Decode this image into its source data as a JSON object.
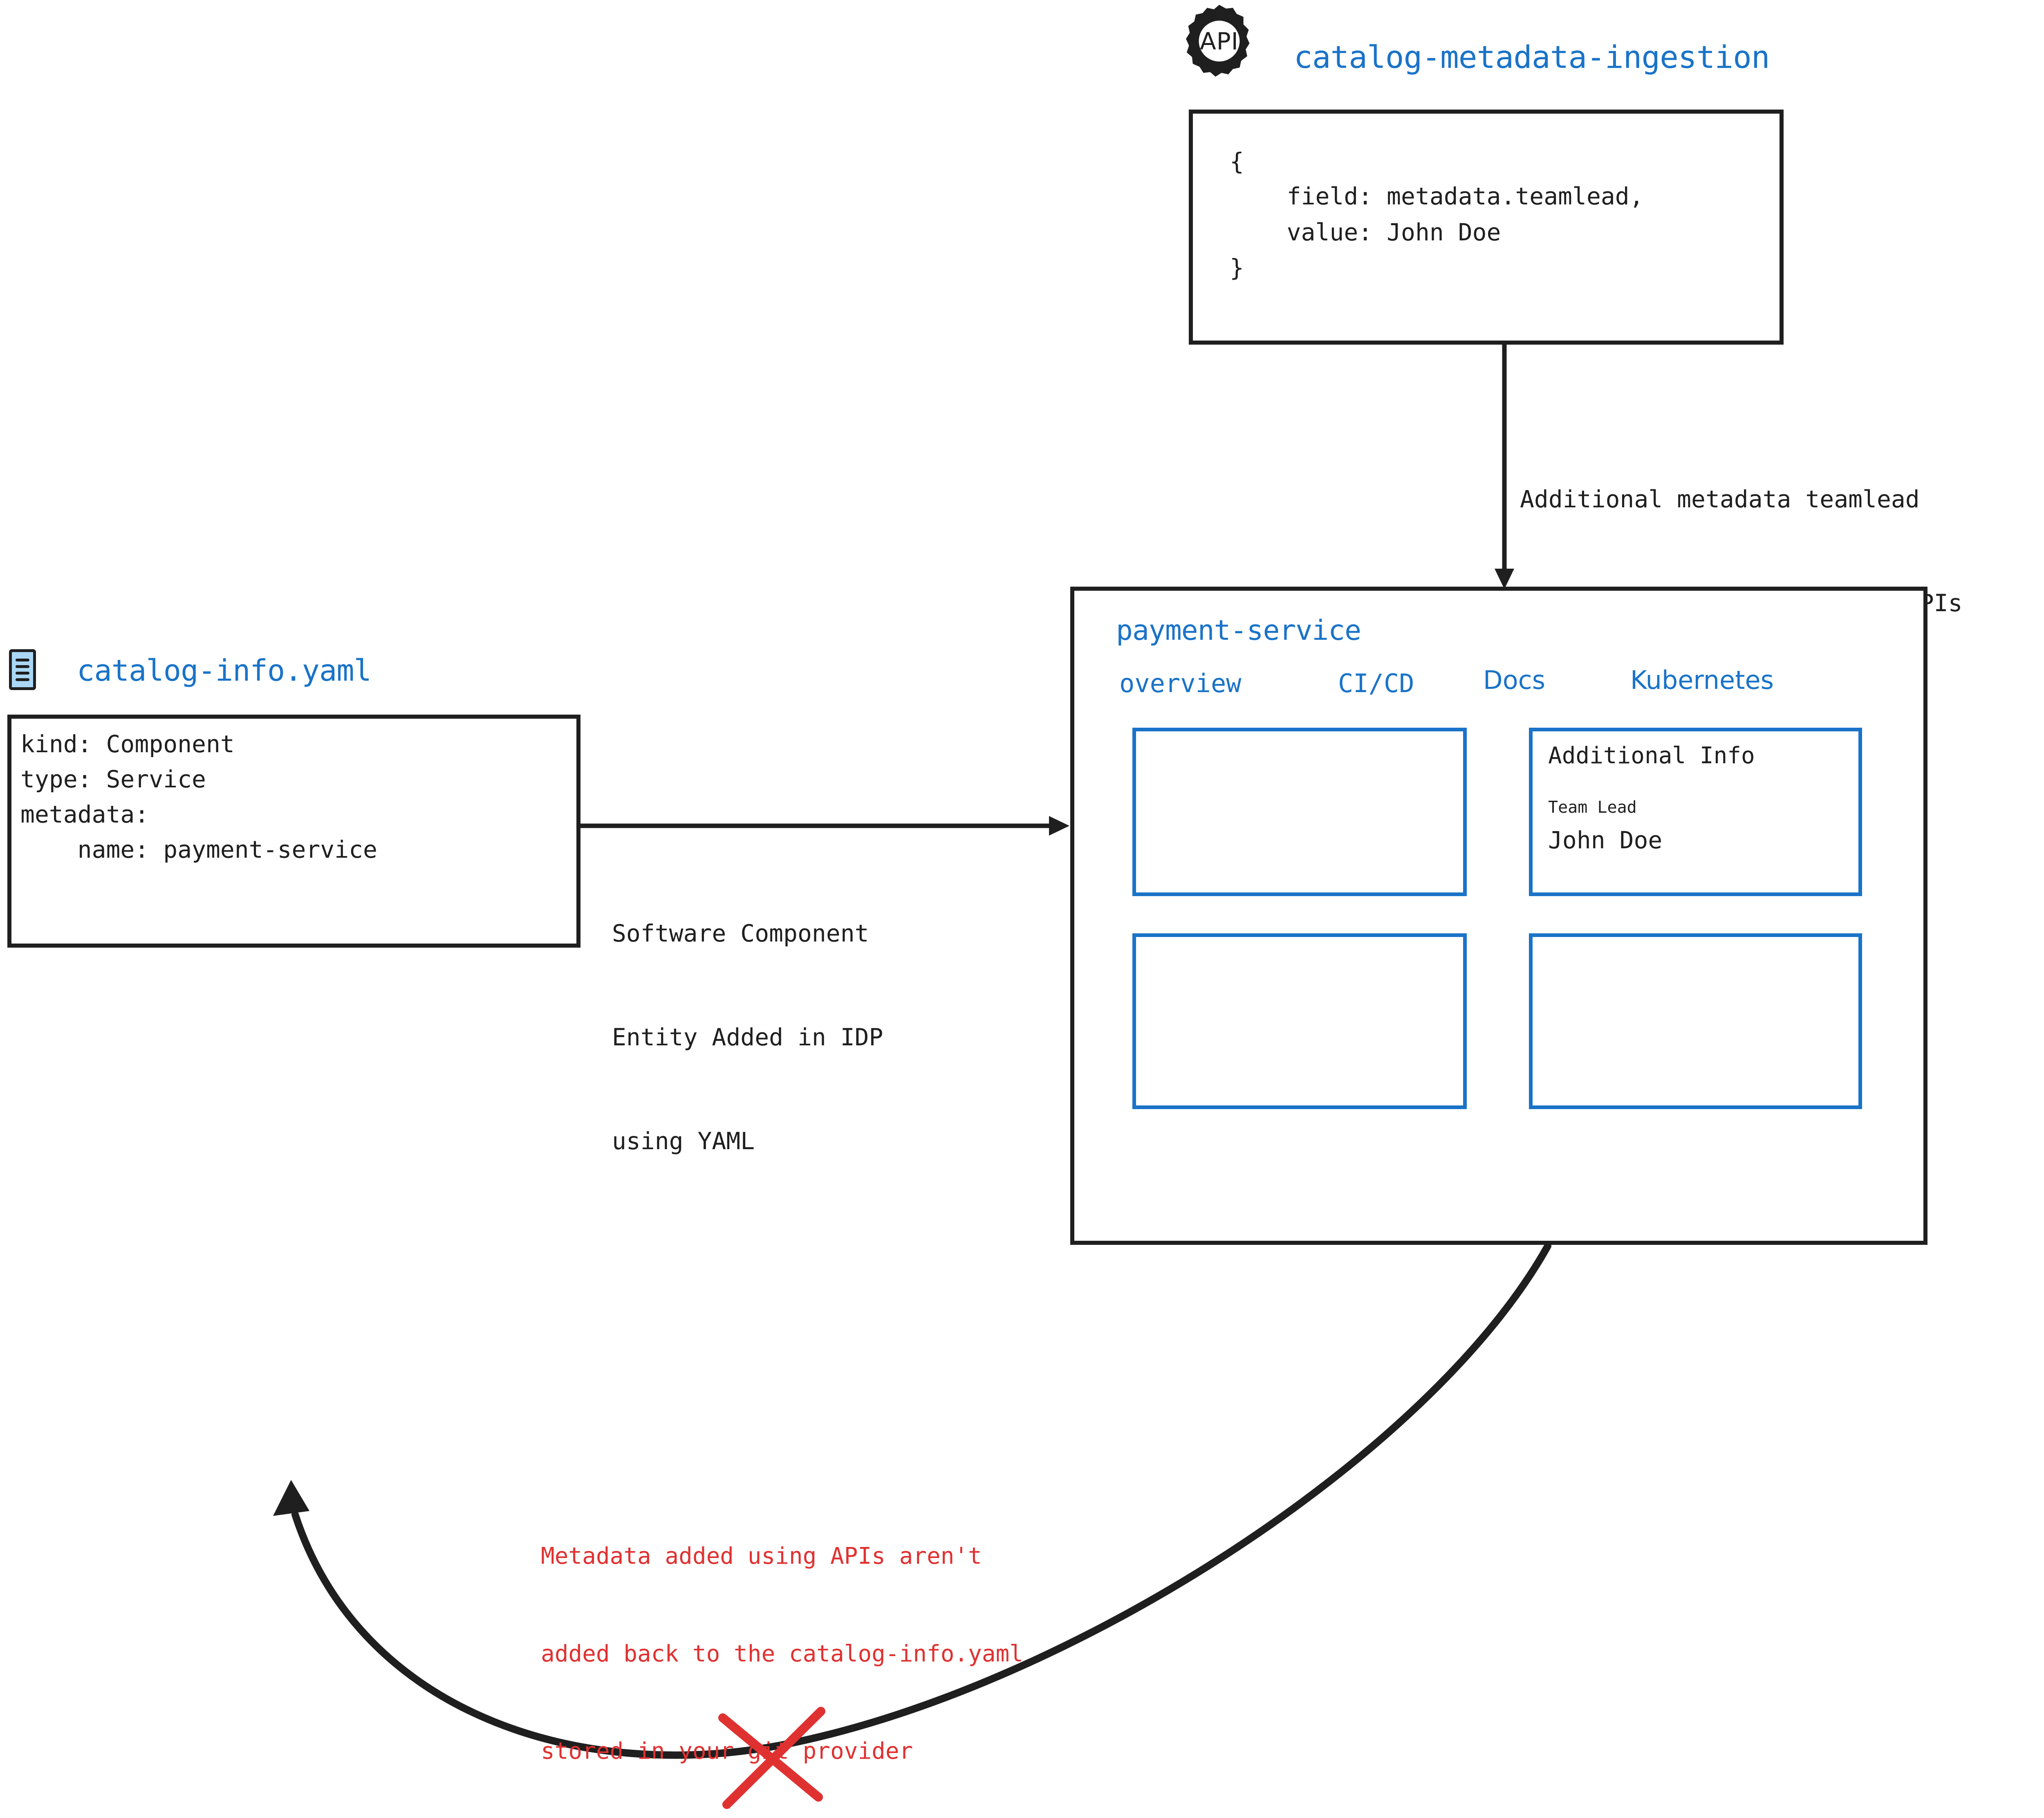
{
  "colors": {
    "accent_blue": "#1a73c8",
    "warning_red": "#e03131",
    "ink_black": "#1f1f1f",
    "file_icon_fill": "#a9d7f5",
    "background": "#ffffff"
  },
  "api_source": {
    "icon_label": "API",
    "title": "catalog-metadata-ingestion",
    "payload_lines": [
      "{",
      "    field: metadata.teamlead,",
      "    value: John Doe",
      "}"
    ]
  },
  "arrows": {
    "api_to_entity_label_lines": [
      "Additional metadata teamlead",
      "added to the catalog using APIs"
    ],
    "yaml_to_entity_label_lines": [
      "Software Component",
      "Entity Added in IDP",
      "using YAML"
    ],
    "entity_to_yaml_warning_lines": [
      "Metadata added using APIs aren't",
      "added back to the catalog-info.yaml",
      "stored in your git provider"
    ]
  },
  "yaml_file": {
    "icon_name": "yaml-file-icon",
    "title": "catalog-info.yaml",
    "content_lines": [
      "kind: Component",
      "type: Service",
      "metadata:",
      "    name: payment-service"
    ]
  },
  "entity_panel": {
    "title": "payment-service",
    "tabs": [
      {
        "label": "overview"
      },
      {
        "label": "CI/CD"
      },
      {
        "label": "Docs"
      },
      {
        "label": "Kubernetes"
      }
    ],
    "cards": [
      {
        "name": "overview-card",
        "title": "",
        "rows": []
      },
      {
        "name": "additional-info-card",
        "title": "Additional Info",
        "rows": [
          {
            "label": "Team Lead",
            "value": "John Doe"
          }
        ]
      },
      {
        "name": "lower-left-card",
        "title": "",
        "rows": []
      },
      {
        "name": "lower-right-card",
        "title": "",
        "rows": []
      }
    ]
  }
}
